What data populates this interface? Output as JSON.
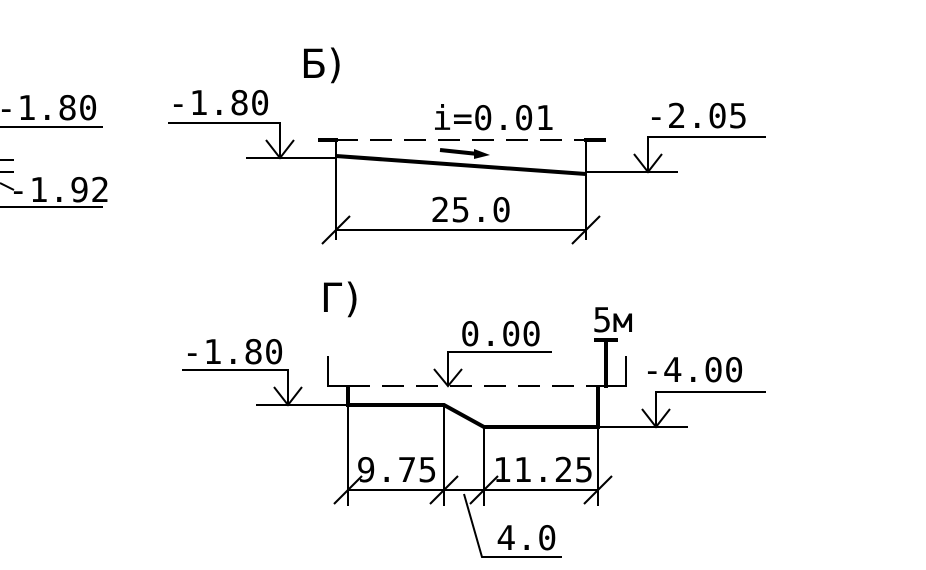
{
  "left_partial": {
    "top_mark": "-1.80",
    "bottom_mark": "-1.92"
  },
  "section_b": {
    "label": "Б)",
    "left_mark": "-1.80",
    "right_mark": "-2.05",
    "slope": "i=0.01",
    "length": "25.0"
  },
  "section_g": {
    "label": "Г)",
    "left_mark": "-1.80",
    "center_mark": "0.00",
    "right_mark": "-4.00",
    "depth_label": "5м",
    "dim_left": "9.75",
    "dim_right": "11.25",
    "dim_slope": "4.0"
  }
}
